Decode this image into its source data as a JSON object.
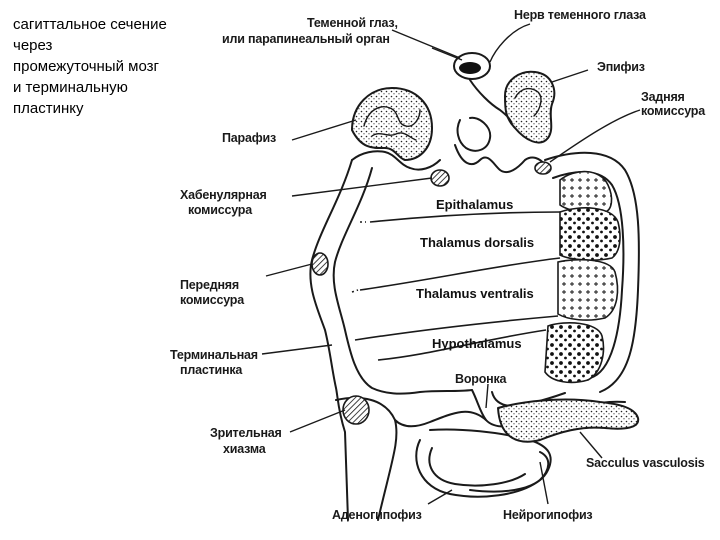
{
  "caption": {
    "lines": [
      "сагиттальное сечение",
      "через",
      "промежуточный мозг",
      "и терминальную",
      "пластинку"
    ]
  },
  "labels": {
    "parietal_eye_1": "Теменной глаз,",
    "parietal_eye_2": "или парапинеальный орган",
    "parietal_eye_nerve": "Нерв теменного глаза",
    "epiphysis": "Эпифиз",
    "posterior_commissure_1": "Задняя",
    "posterior_commissure_2": "комиссура",
    "paraphysis": "Парафиз",
    "habenular_commissure_1": "Хабенулярная",
    "habenular_commissure_2": "комиссура",
    "anterior_commissure_1": "Передняя",
    "anterior_commissure_2": "комиссура",
    "terminal_lamina_1": "Терминальная",
    "terminal_lamina_2": "пластинка",
    "optic_chiasm_1": "Зрительная",
    "optic_chiasm_2": "хиазма",
    "adenohypophysis": "Аденогипофиз",
    "neurohypophysis": "Нейрогипофиз",
    "saccus_vasculosus": "Sacculus vasculosis",
    "infundibulum": "Воронка",
    "epithalamus": "Epithalamus",
    "thalamus_dorsalis": "Thalamus dorsalis",
    "thalamus_ventralis": "Thalamus ventralis",
    "hypothalamus": "Hypothalamus"
  },
  "colors": {
    "ink": "#1a1a1a",
    "background": "#ffffff"
  }
}
